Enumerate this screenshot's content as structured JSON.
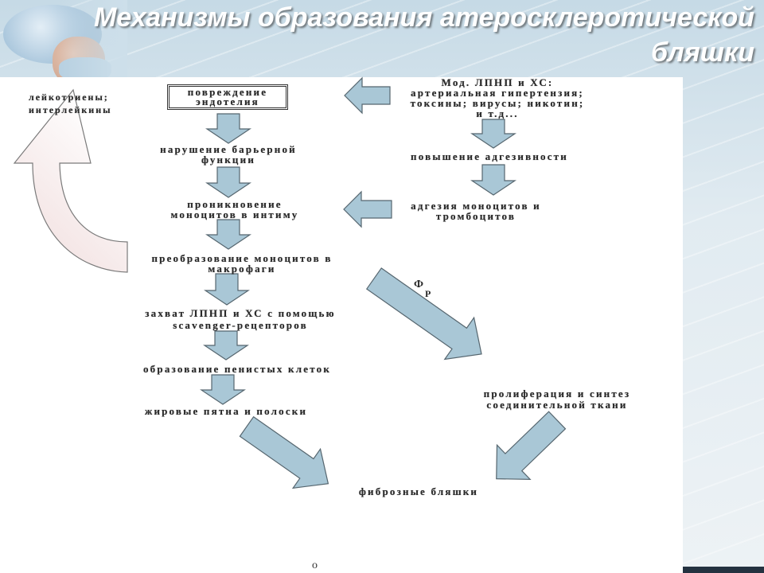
{
  "slide": {
    "title_line1": "Механизмы образования атеросклеротической",
    "title_line2": "бляшки"
  },
  "diagram": {
    "left_chain": [
      "повреждение\nэндотелия",
      "нарушение барьерной\nфункции",
      "проникновение\nмоноцитов в интиму",
      "преобразование моноцитов в\nмакрофаги",
      "захват ЛПНП и ХС с помощью\nscavenger-рецепторов",
      "образование пенистых клеток",
      "жировые пятна и полоски"
    ],
    "right_chain": [
      "Мод. ЛПНП и ХС:\nартериальная гипертензия;\nтоксины; вирусы; никотин;\nи т.д...",
      "повышение адгезивности",
      "адгезия моноцитов и\nтромбоцитов",
      "пролиферация и синтез\nсоединительной ткани"
    ],
    "feedback_label": "лейкотриены;\nинтерлейкины",
    "growth_factor_label": "Ф",
    "growth_factor_sub": "Р",
    "outcome": "фиброзные бляшки",
    "footer_mark": "о"
  },
  "colors": {
    "arrow_fill": "#a9c7d6",
    "arrow_stroke": "#56666f",
    "text": "#2a2a2a",
    "title": "#ffffff",
    "loop_fill": "#f0dcdc"
  }
}
